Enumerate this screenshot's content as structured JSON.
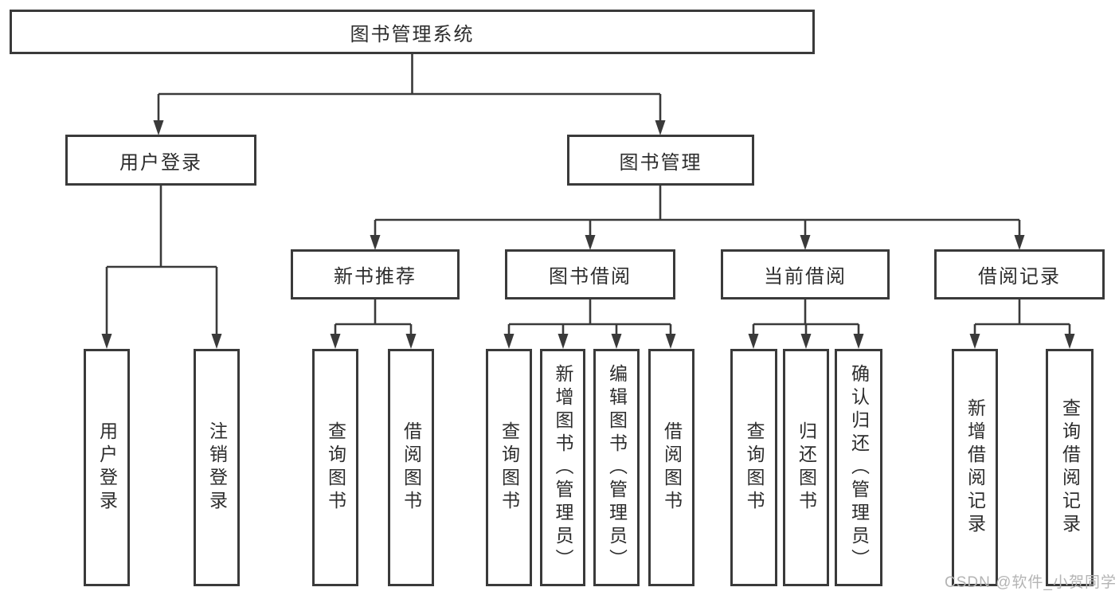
{
  "diagram_title": "图书管理系统",
  "tree": {
    "root": "图书管理系统",
    "children": [
      {
        "label": "用户登录",
        "children": [
          "用户登录",
          "注销登录"
        ]
      },
      {
        "label": "图书管理",
        "children": [
          {
            "label": "新书推荐",
            "children": [
              "查询图书",
              "借阅图书"
            ]
          },
          {
            "label": "图书借阅",
            "children": [
              "查询图书",
              "新增图书（管理员）",
              "编辑图书（管理员）",
              "借阅图书"
            ]
          },
          {
            "label": "当前借阅",
            "children": [
              "查询图书",
              "归还图书",
              "确认归还（管理员）"
            ]
          },
          {
            "label": "借阅记录",
            "children": [
              "新增借阅记录",
              "查询借阅记录"
            ]
          }
        ]
      }
    ]
  },
  "watermark": "CSDN @软件_小贺同学",
  "colors": {
    "line": "#3a3a3a",
    "text": "#2d2d2d",
    "box_background": "#ffffff",
    "watermark": "#b4b4b4"
  }
}
